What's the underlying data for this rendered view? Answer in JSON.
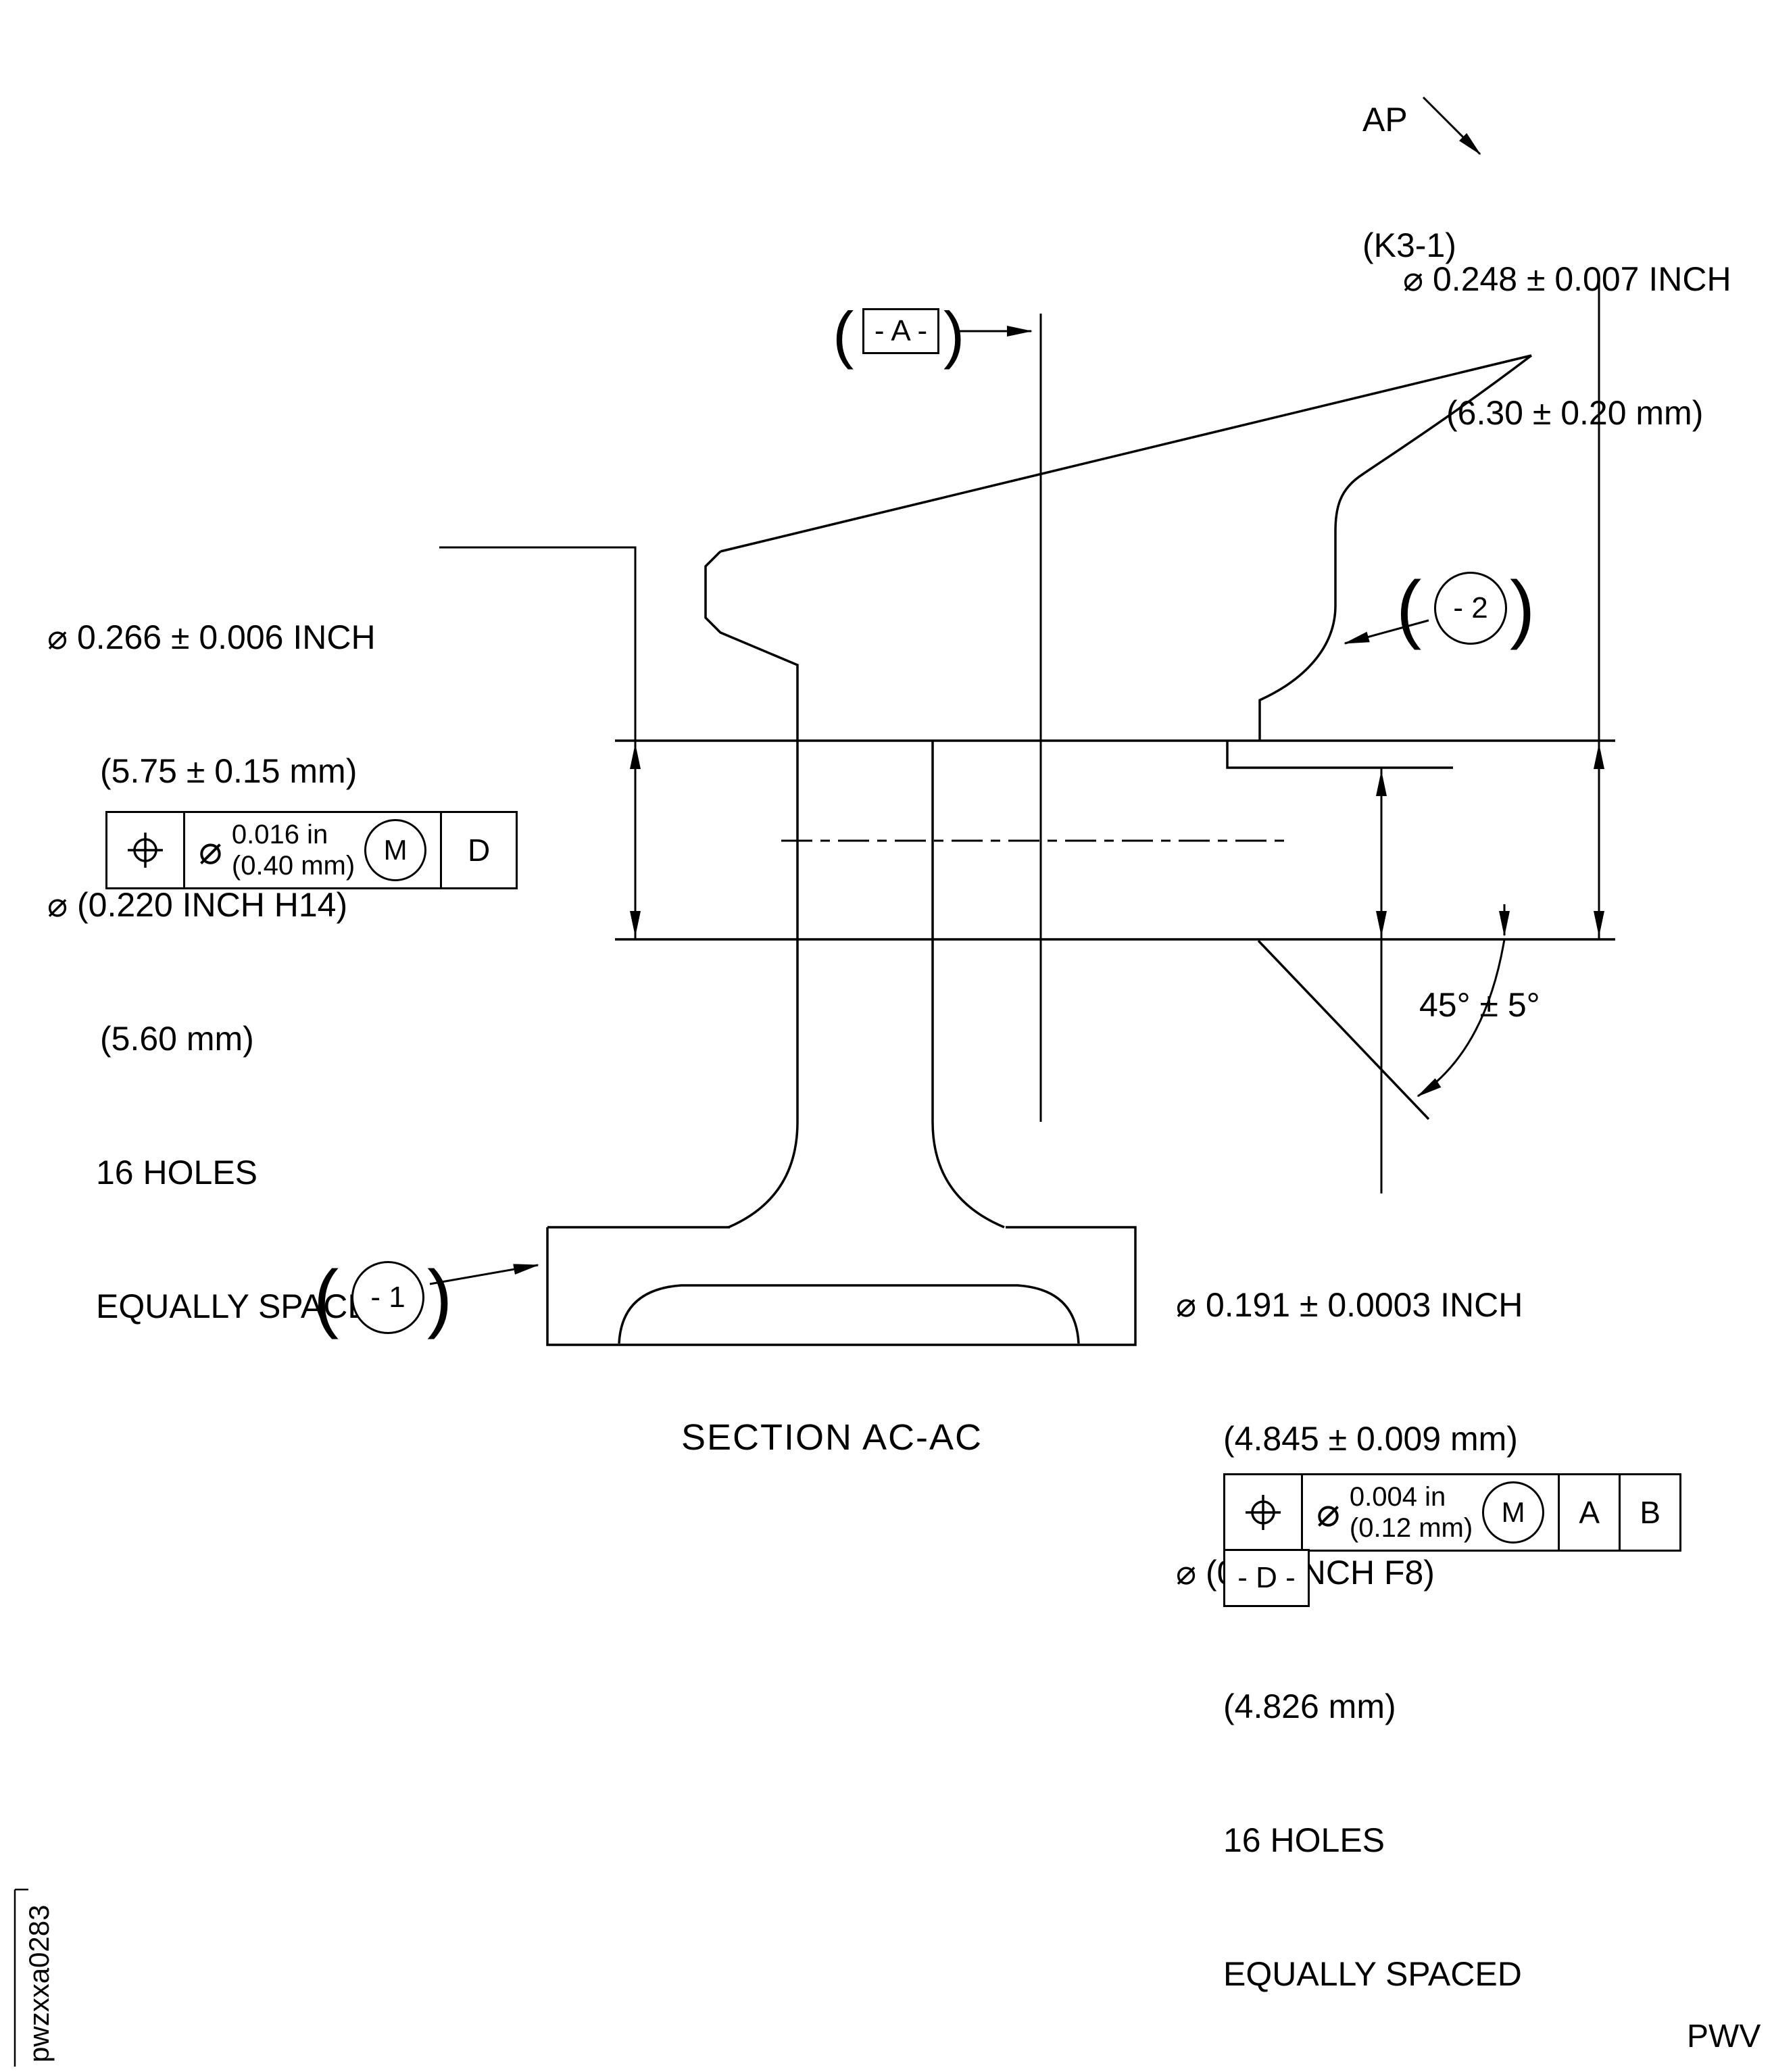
{
  "section": {
    "title": "SECTION AC-AC"
  },
  "ap_callout": {
    "name": "AP",
    "ref": "(K3-1)",
    "dim_inch": "⌀ 0.248 ± 0.007 INCH",
    "dim_mm": "(6.30 ± 0.20 mm)"
  },
  "left_callout": {
    "dim_inch": "⌀ 0.266 ± 0.006 INCH",
    "dim_mm": "(5.75 ± 0.15 mm)",
    "alt_inch": "⌀ (0.220 INCH H14)",
    "alt_mm": "(5.60 mm)",
    "holes": "16 HOLES",
    "spacing": "EQUALLY SPACED"
  },
  "left_fcf": {
    "diameter": "⌀",
    "tol_in": "0.016 in",
    "tol_mm": "(0.40 mm)",
    "modifier": "M",
    "datum_1": "D"
  },
  "right_callout": {
    "dim_inch": "⌀ 0.191 ± 0.0003 INCH",
    "dim_mm": "(4.845 ± 0.009 mm)",
    "alt_inch": "⌀ (0.19 INCH F8)",
    "alt_mm": "(4.826 mm)",
    "holes": "16 HOLES",
    "spacing": "EQUALLY SPACED"
  },
  "right_fcf": {
    "diameter": "⌀",
    "tol_in": "0.004 in",
    "tol_mm": "(0.12 mm)",
    "modifier": "M",
    "datum_1": "A",
    "datum_2": "B"
  },
  "angle": {
    "value": "45° ± 5°"
  },
  "datum_a": {
    "open": "(",
    "label": "- A -",
    "close": ")"
  },
  "datum_d": {
    "label": "- D -"
  },
  "balloon_1": {
    "open": "(",
    "label": "- 1",
    "close": ")"
  },
  "balloon_2": {
    "open": "(",
    "label": "- 2",
    "close": ")"
  },
  "codes": {
    "drawing_number": "pwzxxa0283",
    "footer": "PWV"
  }
}
